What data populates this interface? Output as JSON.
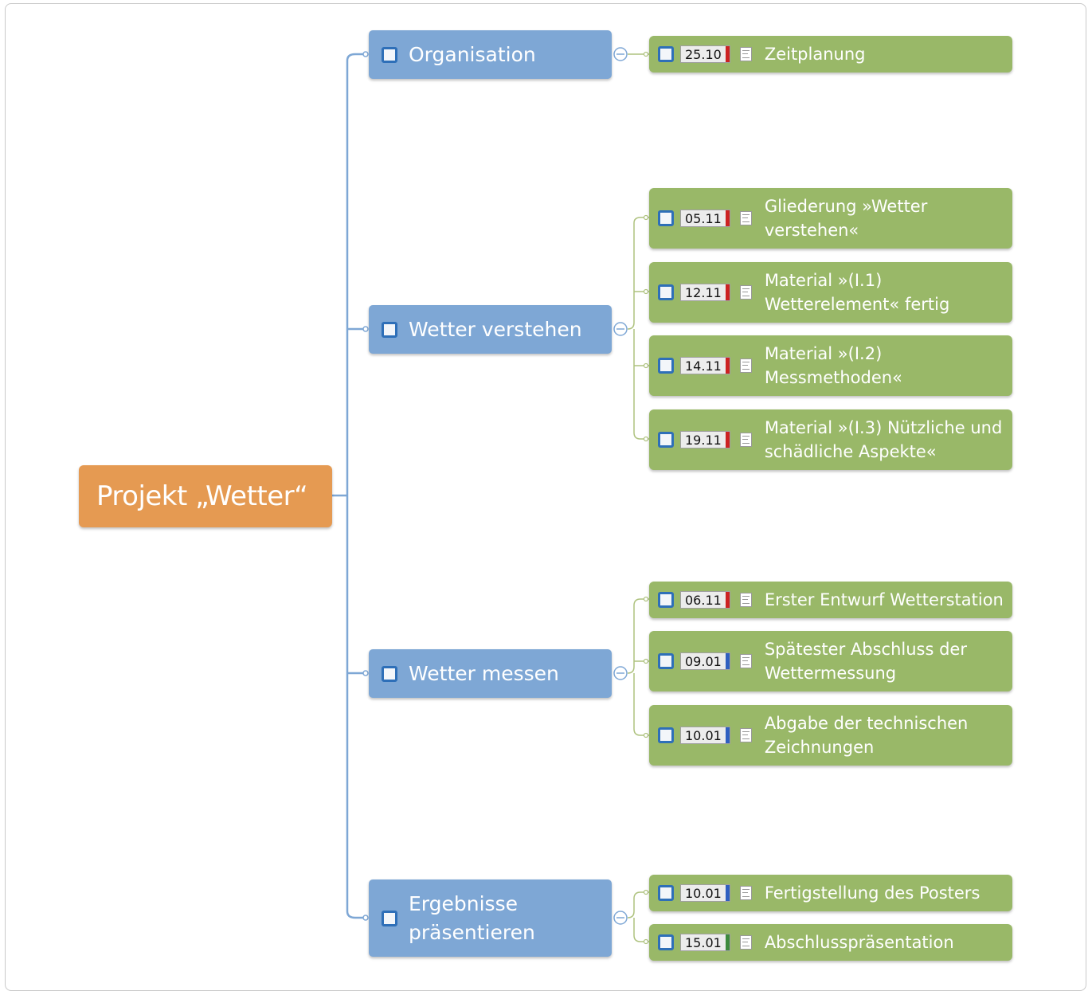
{
  "root": {
    "label": "Projekt „Wetter“"
  },
  "colors": {
    "root": "#e59a52",
    "category": "#7ea7d5",
    "task": "#99b868",
    "priority_red": "#cc2222",
    "priority_blue": "#2f5fc0",
    "priority_green": "#3d8a3d",
    "connector": "#7ea7d5"
  },
  "categories": [
    {
      "label": "Organisation",
      "icon": "checkbox-icon"
    },
    {
      "label": "Wetter verstehen",
      "icon": "checkbox-icon"
    },
    {
      "label": "Wetter messen",
      "icon": "checkbox-icon"
    },
    {
      "label": "Ergebnisse präsentieren",
      "icon": "checkbox-icon"
    }
  ],
  "tasks": [
    {
      "date": "25.10",
      "priority": "red",
      "label": "Zeitplanung"
    },
    {
      "date": "05.11",
      "priority": "red",
      "label": "Gliederung »Wetter verstehen«"
    },
    {
      "date": "12.11",
      "priority": "red",
      "label": "Material »(I.1) Wetterelement« fertig"
    },
    {
      "date": "14.11",
      "priority": "red",
      "label": "Material »(I.2) Messmethoden«"
    },
    {
      "date": "19.11",
      "priority": "red",
      "label": "Material »(I.3) Nützliche und schädliche Aspekte«"
    },
    {
      "date": "06.11",
      "priority": "red",
      "label": "Erster Entwurf Wetterstation"
    },
    {
      "date": "09.01",
      "priority": "blue",
      "label": "Spätester Abschluss der Wettermessung"
    },
    {
      "date": "10.01",
      "priority": "blue",
      "label": "Abgabe der technischen Zeichnungen"
    },
    {
      "date": "10.01",
      "priority": "blue",
      "label": "Fertigstellung des Posters"
    },
    {
      "date": "15.01",
      "priority": "green",
      "label": "Abschlusspräsentation"
    }
  ]
}
